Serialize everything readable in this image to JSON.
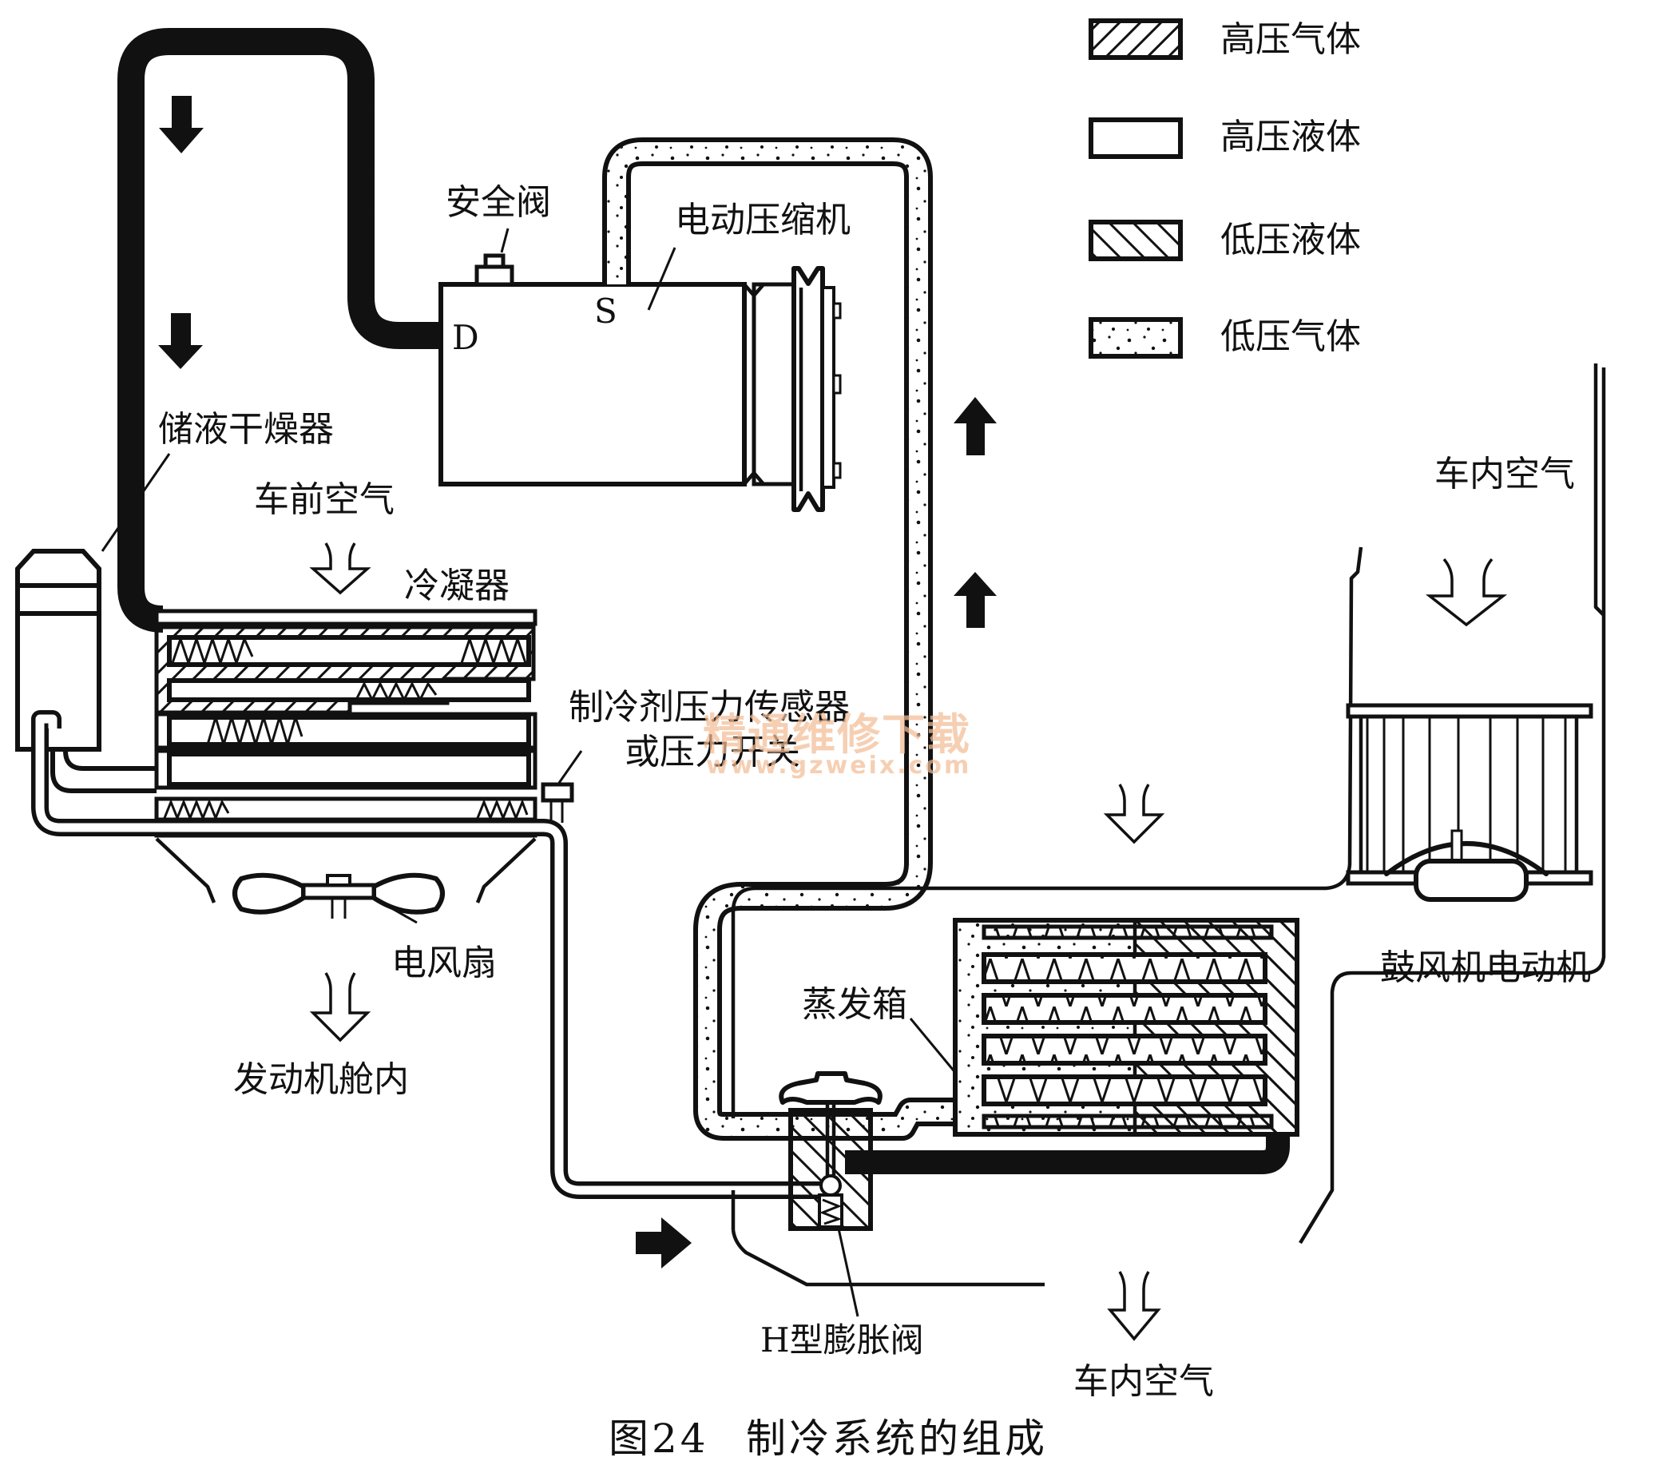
{
  "legend": [
    {
      "pattern": "hatch-forward",
      "label": "高压气体"
    },
    {
      "pattern": "blank",
      "label": "高压液体"
    },
    {
      "pattern": "hatch-backward",
      "label": "低压液体"
    },
    {
      "pattern": "dots",
      "label": "低压气体"
    }
  ],
  "labels": {
    "safety_valve": "安全阀",
    "compressor": "电动压缩机",
    "port_discharge": "D",
    "port_suction": "S",
    "receiver_drier": "储液干燥器",
    "front_air": "车前空气",
    "condenser": "冷凝器",
    "pressure_sensor_line1": "制冷剂压力传感器",
    "pressure_sensor_line2": "或压力开关",
    "electric_fan": "电风扇",
    "engine_compartment": "发动机舱内",
    "evaporator": "蒸发箱",
    "h_expansion_valve": "H型膨胀阀",
    "cabin_air_in": "车内空气",
    "cabin_air_out": "车内空气",
    "blower_motor": "鼓风机电动机"
  },
  "caption": {
    "figure_number": "图24",
    "title": "制冷系统的组成"
  },
  "watermark": {
    "text": "精通维修下载",
    "url": "www.gzweix.com",
    "color": "#F3BE97"
  },
  "flow_arrows": [
    {
      "direction": "down",
      "location": "high-pressure gas line upper"
    },
    {
      "direction": "down",
      "location": "high-pressure gas line lower"
    },
    {
      "direction": "up",
      "location": "suction line upper"
    },
    {
      "direction": "up",
      "location": "suction line lower"
    },
    {
      "direction": "right",
      "location": "liquid line into expansion valve"
    }
  ],
  "airflow_arrows": [
    {
      "direction": "down",
      "location": "front air into condenser"
    },
    {
      "direction": "down",
      "location": "fan exhaust to engine compartment"
    },
    {
      "direction": "down",
      "location": "cabin air intake to blower"
    },
    {
      "direction": "down",
      "location": "air into evaporator"
    },
    {
      "direction": "down",
      "location": "cooled cabin air out"
    }
  ]
}
